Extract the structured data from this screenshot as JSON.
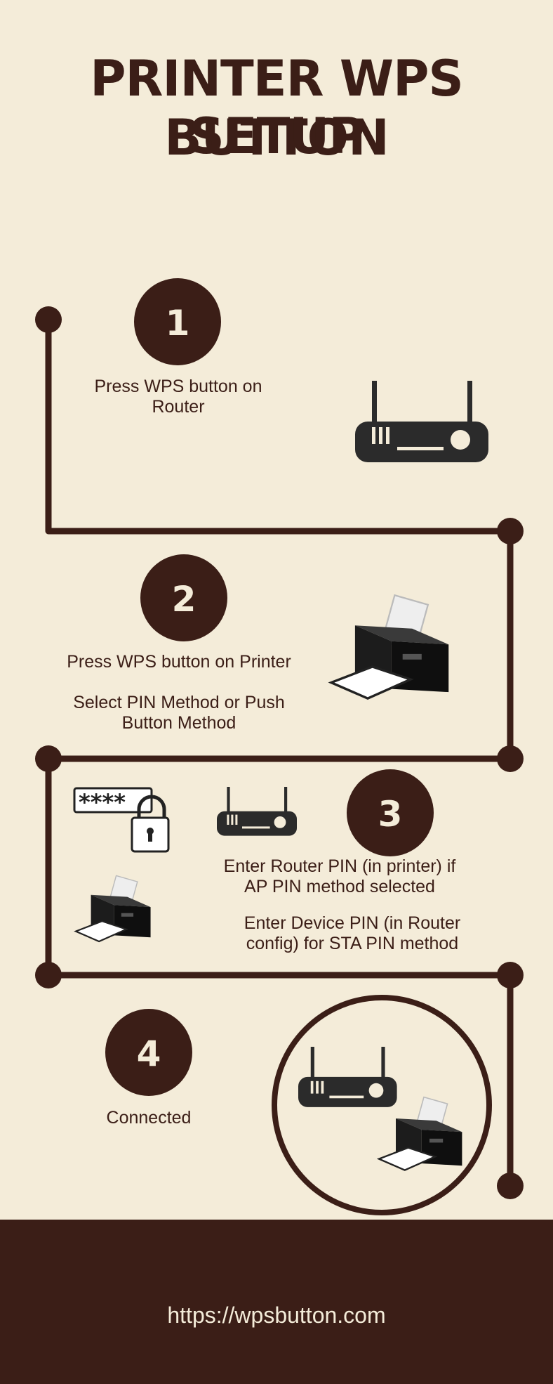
{
  "title": {
    "line1": "PRINTER WPS BUTTON",
    "line2": "SETUP"
  },
  "steps": [
    {
      "number": "1",
      "text_lines": [
        "Press WPS button on",
        "Router"
      ]
    },
    {
      "number": "2",
      "text_lines": [
        "Press WPS button on Printer"
      ],
      "text2_lines": [
        "Select PIN Method or Push",
        "Button Method"
      ]
    },
    {
      "number": "3",
      "text_lines": [
        "Enter Router PIN (in printer) if",
        "AP  PIN method selected"
      ],
      "text2_lines": [
        "Enter Device PIN (in Router",
        "config) for STA PIN method"
      ]
    },
    {
      "number": "4",
      "text_lines": [
        "Connected"
      ]
    }
  ],
  "password_mask": "****",
  "footer": {
    "url": "https://wpsbutton.com"
  },
  "colors": {
    "background": "#f4ecd9",
    "accent": "#3b1e17",
    "device": "#2b2b2b"
  },
  "icons": [
    "router-icon",
    "printer-icon",
    "password-field-icon",
    "padlock-icon"
  ]
}
